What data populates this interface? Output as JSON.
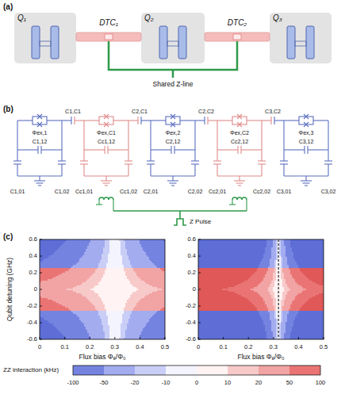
{
  "diagram": {
    "nodes": [
      {
        "text": [
          "Q₁"
        ]
      },
      {
        "text": [
          "DTC₁"
        ]
      },
      {
        "text": [
          "Q₂"
        ]
      },
      {
        "text": [
          "DTC₂"
        ]
      },
      {
        "text": [
          "Q₃"
        ]
      }
    ],
    "edges": [
      {
        "from": 1,
        "to": 3,
        "arrow": "none"
      }
    ],
    "labels": [
      "(a)",
      "Shared Z-line",
      "(b)",
      "C1,C1",
      "C2,C1",
      "C2,C2",
      "C3,C2",
      "Φex,1",
      "Φex,C1",
      "Φex,2",
      "Φex,C2",
      "Φex,3",
      "C1,12",
      "Cc1,12",
      "C2,12",
      "Cc2,12",
      "C3,12",
      "C1,01",
      "C1,02",
      "Cc1,01",
      "Cc1,02",
      "C2,01",
      "C2,02",
      "Cc2,01",
      "Cc2,02",
      "C3,01",
      "C3,02",
      "Z Pulse",
      "(c)",
      "Qubit detuning (GHz)",
      "0.6",
      "0.4",
      "0.2",
      "0",
      "-0.2",
      "-0.4",
      "-0.6",
      "0",
      "0.1",
      "0.2",
      "0.3",
      "0.4",
      "0.5",
      "Flux bias Φₑ/Φ₀",
      "0.6",
      "0.4",
      "0.2",
      "0",
      "-0.2",
      "-0.4",
      "-0.6",
      "0",
      "0.1",
      "0.2",
      "0.3",
      "0.4",
      "0.5",
      "Flux bias Φₑ/Φ₀",
      "ZZ interaction (kHz)",
      "-100",
      "-50",
      "-20",
      "-10",
      "0",
      "10",
      "20",
      "50",
      "100"
    ]
  }
}
